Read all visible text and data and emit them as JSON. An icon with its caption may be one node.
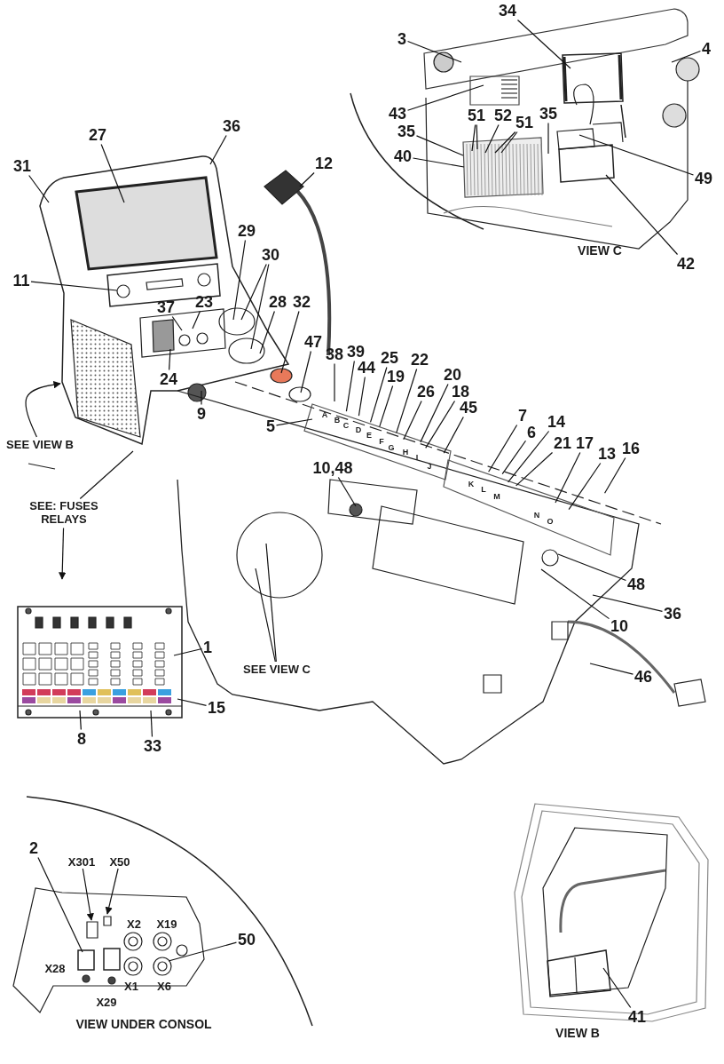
{
  "diagram": {
    "nodes": [
      {
        "text": [
          "3"
        ]
      },
      {
        "text": [
          "34"
        ]
      },
      {
        "text": [
          "4"
        ]
      },
      {
        "text": [
          "43"
        ]
      },
      {
        "text": [
          "51"
        ]
      },
      {
        "text": [
          "52"
        ]
      },
      {
        "text": [
          "51"
        ]
      },
      {
        "text": [
          "35"
        ]
      },
      {
        "text": [
          "40"
        ]
      },
      {
        "text": [
          "35"
        ]
      },
      {
        "text": [
          "49"
        ]
      },
      {
        "text": [
          "42"
        ]
      },
      {
        "text": [
          "27"
        ]
      },
      {
        "text": [
          "36"
        ]
      },
      {
        "text": [
          "31"
        ]
      },
      {
        "text": [
          "12"
        ]
      },
      {
        "text": [
          "29"
        ]
      },
      {
        "text": [
          "30"
        ]
      },
      {
        "text": [
          "11"
        ]
      },
      {
        "text": [
          "37"
        ]
      },
      {
        "text": [
          "23"
        ]
      },
      {
        "text": [
          "28"
        ]
      },
      {
        "text": [
          "32"
        ]
      },
      {
        "text": [
          "24"
        ]
      },
      {
        "text": [
          "9"
        ]
      },
      {
        "text": [
          "47"
        ]
      },
      {
        "text": [
          "5"
        ]
      },
      {
        "text": [
          "38"
        ]
      },
      {
        "text": [
          "39"
        ]
      },
      {
        "text": [
          "44"
        ]
      },
      {
        "text": [
          "25"
        ]
      },
      {
        "text": [
          "19"
        ]
      },
      {
        "text": [
          "22"
        ]
      },
      {
        "text": [
          "26"
        ]
      },
      {
        "text": [
          "20"
        ]
      },
      {
        "text": [
          "18"
        ]
      },
      {
        "text": [
          "45"
        ]
      },
      {
        "text": [
          "7"
        ]
      },
      {
        "text": [
          "6"
        ]
      },
      {
        "text": [
          "14"
        ]
      },
      {
        "text": [
          "21"
        ]
      },
      {
        "text": [
          "17"
        ]
      },
      {
        "text": [
          "13"
        ]
      },
      {
        "text": [
          "16"
        ]
      },
      {
        "text": [
          "10,48"
        ]
      },
      {
        "text": [
          "48"
        ]
      },
      {
        "text": [
          "10"
        ]
      },
      {
        "text": [
          "36"
        ]
      },
      {
        "text": [
          "46"
        ]
      },
      {
        "text": [
          "1"
        ]
      },
      {
        "text": [
          "15"
        ]
      },
      {
        "text": [
          "8"
        ]
      },
      {
        "text": [
          "33"
        ]
      },
      {
        "text": [
          "SEE VIEW B"
        ]
      },
      {
        "text": [
          "SEE: FUSES RELAYS"
        ]
      },
      {
        "text": [
          "SEE VIEW C"
        ]
      },
      {
        "text": [
          "2"
        ]
      },
      {
        "text": [
          "X301"
        ]
      },
      {
        "text": [
          "X50"
        ]
      },
      {
        "text": [
          "50"
        ]
      },
      {
        "text": [
          "41"
        ]
      }
    ],
    "edges": [
      {
        "from": 0,
        "to": null,
        "arrow": "none"
      },
      {
        "from": 1,
        "to": null,
        "arrow": "none"
      },
      {
        "from": 2,
        "to": null,
        "arrow": "none"
      },
      {
        "from": 3,
        "to": null,
        "arrow": "none"
      },
      {
        "from": 4,
        "to": null,
        "arrow": "none"
      },
      {
        "from": 4,
        "to": null,
        "arrow": "none"
      },
      {
        "from": 5,
        "to": null,
        "arrow": "none"
      },
      {
        "from": 6,
        "to": null,
        "arrow": "none"
      },
      {
        "from": 6,
        "to": null,
        "arrow": "none"
      },
      {
        "from": 7,
        "to": null,
        "arrow": "none"
      },
      {
        "from": 8,
        "to": null,
        "arrow": "none"
      },
      {
        "from": 9,
        "to": null,
        "arrow": "none"
      },
      {
        "from": 10,
        "to": null,
        "arrow": "none"
      },
      {
        "from": 11,
        "to": null,
        "arrow": "none"
      },
      {
        "from": 12,
        "to": null,
        "arrow": "none"
      },
      {
        "from": 13,
        "to": null,
        "arrow": "none"
      },
      {
        "from": 14,
        "to": null,
        "arrow": "none"
      },
      {
        "from": 15,
        "to": null,
        "arrow": "none"
      },
      {
        "from": 16,
        "to": null,
        "arrow": "none"
      },
      {
        "from": 17,
        "to": null,
        "arrow": "none"
      },
      {
        "from": 17,
        "to": null,
        "arrow": "none"
      },
      {
        "from": 18,
        "to": null,
        "arrow": "none"
      },
      {
        "from": 19,
        "to": null,
        "arrow": "none"
      },
      {
        "from": 20,
        "to": null,
        "arrow": "none"
      },
      {
        "from": 21,
        "to": null,
        "arrow": "none"
      },
      {
        "from": 22,
        "to": null,
        "arrow": "none"
      },
      {
        "from": 23,
        "to": null,
        "arrow": "none"
      },
      {
        "from": 24,
        "to": null,
        "arrow": "none"
      },
      {
        "from": 25,
        "to": null,
        "arrow": "none"
      },
      {
        "from": 26,
        "to": null,
        "arrow": "none"
      },
      {
        "from": 27,
        "to": null,
        "arrow": "none"
      },
      {
        "from": 28,
        "to": null,
        "arrow": "none"
      },
      {
        "from": 29,
        "to": null,
        "arrow": "none"
      },
      {
        "from": 30,
        "to": null,
        "arrow": "none"
      },
      {
        "from": 31,
        "to": null,
        "arrow": "none"
      },
      {
        "from": 32,
        "to": null,
        "arrow": "none"
      },
      {
        "from": 33,
        "to": null,
        "arrow": "none"
      },
      {
        "from": 34,
        "to": null,
        "arrow": "none"
      },
      {
        "from": 35,
        "to": null,
        "arrow": "none"
      },
      {
        "from": 36,
        "to": null,
        "arrow": "none"
      },
      {
        "from": 37,
        "to": null,
        "arrow": "none"
      },
      {
        "from": 38,
        "to": null,
        "arrow": "none"
      },
      {
        "from": 39,
        "to": null,
        "arrow": "none"
      },
      {
        "from": 40,
        "to": null,
        "arrow": "none"
      },
      {
        "from": 41,
        "to": null,
        "arrow": "none"
      },
      {
        "from": 42,
        "to": null,
        "arrow": "none"
      },
      {
        "from": 43,
        "to": null,
        "arrow": "none"
      },
      {
        "from": 44,
        "to": null,
        "arrow": "none"
      },
      {
        "from": 45,
        "to": null,
        "arrow": "none"
      },
      {
        "from": 46,
        "to": null,
        "arrow": "none"
      },
      {
        "from": 47,
        "to": null,
        "arrow": "none"
      },
      {
        "from": 48,
        "to": null,
        "arrow": "none"
      },
      {
        "from": 49,
        "to": null,
        "arrow": "none"
      },
      {
        "from": 50,
        "to": null,
        "arrow": "none"
      },
      {
        "from": 51,
        "to": null,
        "arrow": "none"
      },
      {
        "from": 52,
        "to": null,
        "arrow": "none"
      },
      {
        "from": 53,
        "to": null,
        "arrow": "to"
      },
      {
        "from": 54,
        "to": null,
        "arrow": "none"
      },
      {
        "from": 54,
        "to": null,
        "arrow": "to"
      },
      {
        "from": 55,
        "to": null,
        "arrow": "none"
      },
      {
        "from": 55,
        "to": null,
        "arrow": "none"
      },
      {
        "from": 56,
        "to": null,
        "arrow": "none"
      },
      {
        "from": 57,
        "to": null,
        "arrow": "to"
      },
      {
        "from": 58,
        "to": null,
        "arrow": "to"
      },
      {
        "from": 59,
        "to": null,
        "arrow": "none"
      },
      {
        "from": 60,
        "to": null,
        "arrow": "none"
      }
    ],
    "labels": [
      "VIEW C",
      "A",
      "B",
      "C",
      "D",
      "E",
      "F",
      "G",
      "H",
      "I",
      "J",
      "K",
      "L",
      "M",
      "N",
      "O",
      "X2",
      "X19",
      "X28",
      "X1",
      "X6",
      "X29",
      "VIEW UNDER CONSOL",
      "VIEW B"
    ]
  }
}
